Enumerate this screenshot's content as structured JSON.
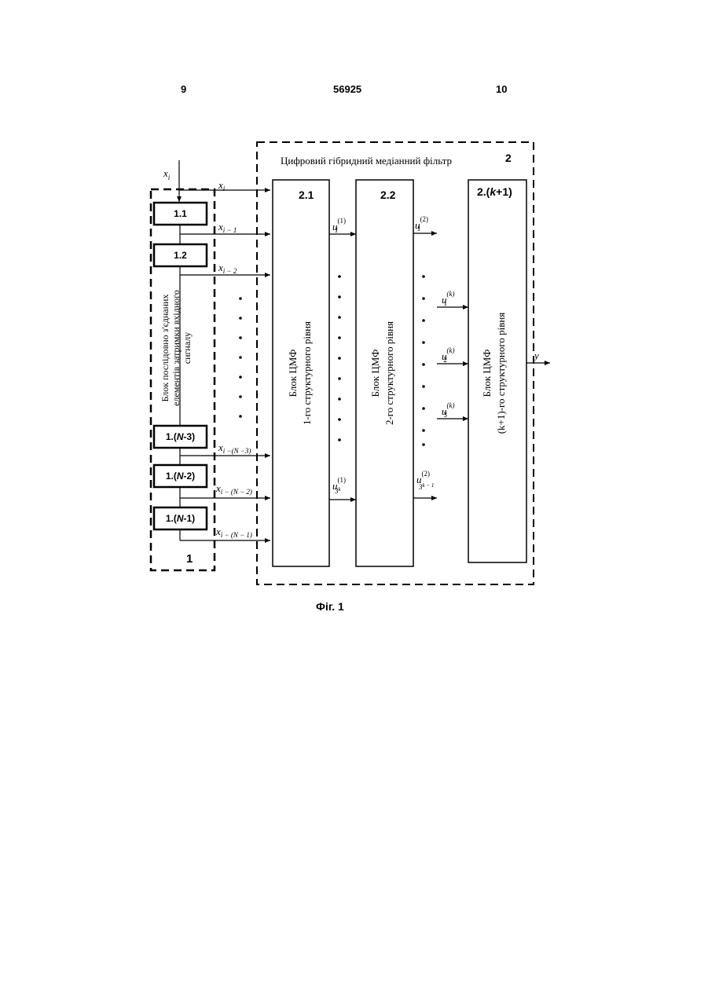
{
  "header": {
    "page_left": "9",
    "patent_number": "56925",
    "page_right": "10"
  },
  "figure": {
    "caption": "Фіг. 1",
    "input_label": "x",
    "input_sub": "i",
    "block1": {
      "number": "1",
      "title_lines": [
        "Блок послідовно з'єднаних",
        "елементів затримки вхідного",
        "сигналу"
      ],
      "delays": [
        {
          "pre": "1.1",
          "n": "",
          "post": ""
        },
        {
          "pre": "1.2",
          "n": "",
          "post": ""
        },
        {
          "pre": "1.(",
          "n": "N",
          "post": "-3)"
        },
        {
          "pre": "1.(",
          "n": "N",
          "post": "-2)"
        },
        {
          "pre": "1.(",
          "n": "N",
          "post": "-1)"
        }
      ],
      "outputs": [
        {
          "var": "x",
          "sub": "i"
        },
        {
          "var": "x",
          "sub": "i − 1"
        },
        {
          "var": "x",
          "sub": "i − 2"
        },
        {
          "var": "x",
          "sub": "i −(N −3)"
        },
        {
          "var": "x",
          "sub": "i − (N − 2)"
        },
        {
          "var": "x",
          "sub": "i − (N − 1)"
        }
      ]
    },
    "filter": {
      "number": "2",
      "title": "Цифровий гібридний медіанний фільтр",
      "stages": [
        {
          "id": "2.1",
          "lines": [
            "Блок ЦМФ",
            "1-го структурного рівня"
          ]
        },
        {
          "id": "2.2",
          "lines": [
            "Блок ЦМФ",
            "2-го структурного рівня"
          ]
        },
        {
          "id_pre": "2.(",
          "id_k": "k",
          "id_post": "+1)",
          "lines": [
            "Блок ЦМФ",
            "(k+1)-го структурного рівня"
          ]
        }
      ],
      "signals": {
        "u11": {
          "var": "u",
          "sub": "1",
          "sup": "(1)"
        },
        "u31k": {
          "var": "u",
          "sub": "3",
          "subsup": "k",
          "sup": "(1)"
        },
        "u12": {
          "var": "u",
          "sub": "1",
          "sup": "(2)"
        },
        "u32k": {
          "var": "u",
          "sub": "3",
          "subsup": "k − 1",
          "sup": "(2)"
        },
        "uk1": {
          "var": "u",
          "sub": "1",
          "sup": "(k)"
        },
        "uk2": {
          "var": "u",
          "sub": "2",
          "sup": "(k)"
        },
        "uk3": {
          "var": "u",
          "sub": "3",
          "sup": "(k)"
        },
        "output": "y"
      }
    }
  }
}
